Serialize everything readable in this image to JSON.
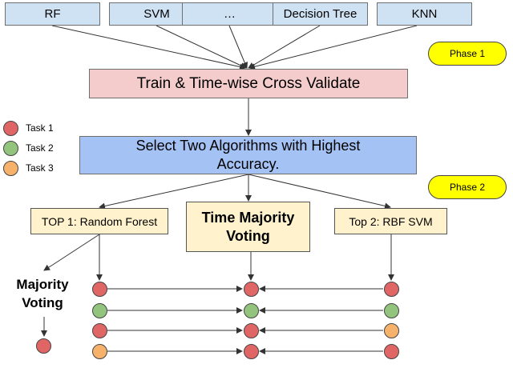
{
  "colors": {
    "task1": "#e06666",
    "task2": "#93c47d",
    "task3": "#f6b26b",
    "algorithm_box": "#cfe2f3",
    "train_box": "#f4cccc",
    "select_box": "#a4c2f4",
    "result_box": "#fff2cc",
    "phase_badge": "#ffff00"
  },
  "algorithms": [
    "RF",
    "SVM",
    "…",
    "Decision Tree",
    "KNN"
  ],
  "phases": {
    "phase1": "Phase 1",
    "phase2": "Phase 2"
  },
  "train_box": {
    "label": "Train & Time-wise Cross Validate"
  },
  "select_box": {
    "line1": "Select Two Algorithms with Highest",
    "line2": "Accuracy."
  },
  "legend": [
    {
      "label": "Task 1",
      "color_key": "task1"
    },
    {
      "label": "Task 2",
      "color_key": "task2"
    },
    {
      "label": "Task 3",
      "color_key": "task3"
    }
  ],
  "top1": {
    "label": "TOP 1: Random Forest"
  },
  "time_majority": {
    "line1": "Time Majority",
    "line2": "Voting"
  },
  "top2": {
    "label": "Top 2: RBF SVM"
  },
  "majority_voting": {
    "line1": "Majority",
    "line2": "Voting"
  },
  "columns": {
    "top1": [
      "task1",
      "task2",
      "task1",
      "task3"
    ],
    "time_majority": [
      "task1",
      "task2",
      "task1",
      "task1"
    ],
    "top2": [
      "task1",
      "task2",
      "task3",
      "task1"
    ]
  },
  "majority_result": "task1"
}
